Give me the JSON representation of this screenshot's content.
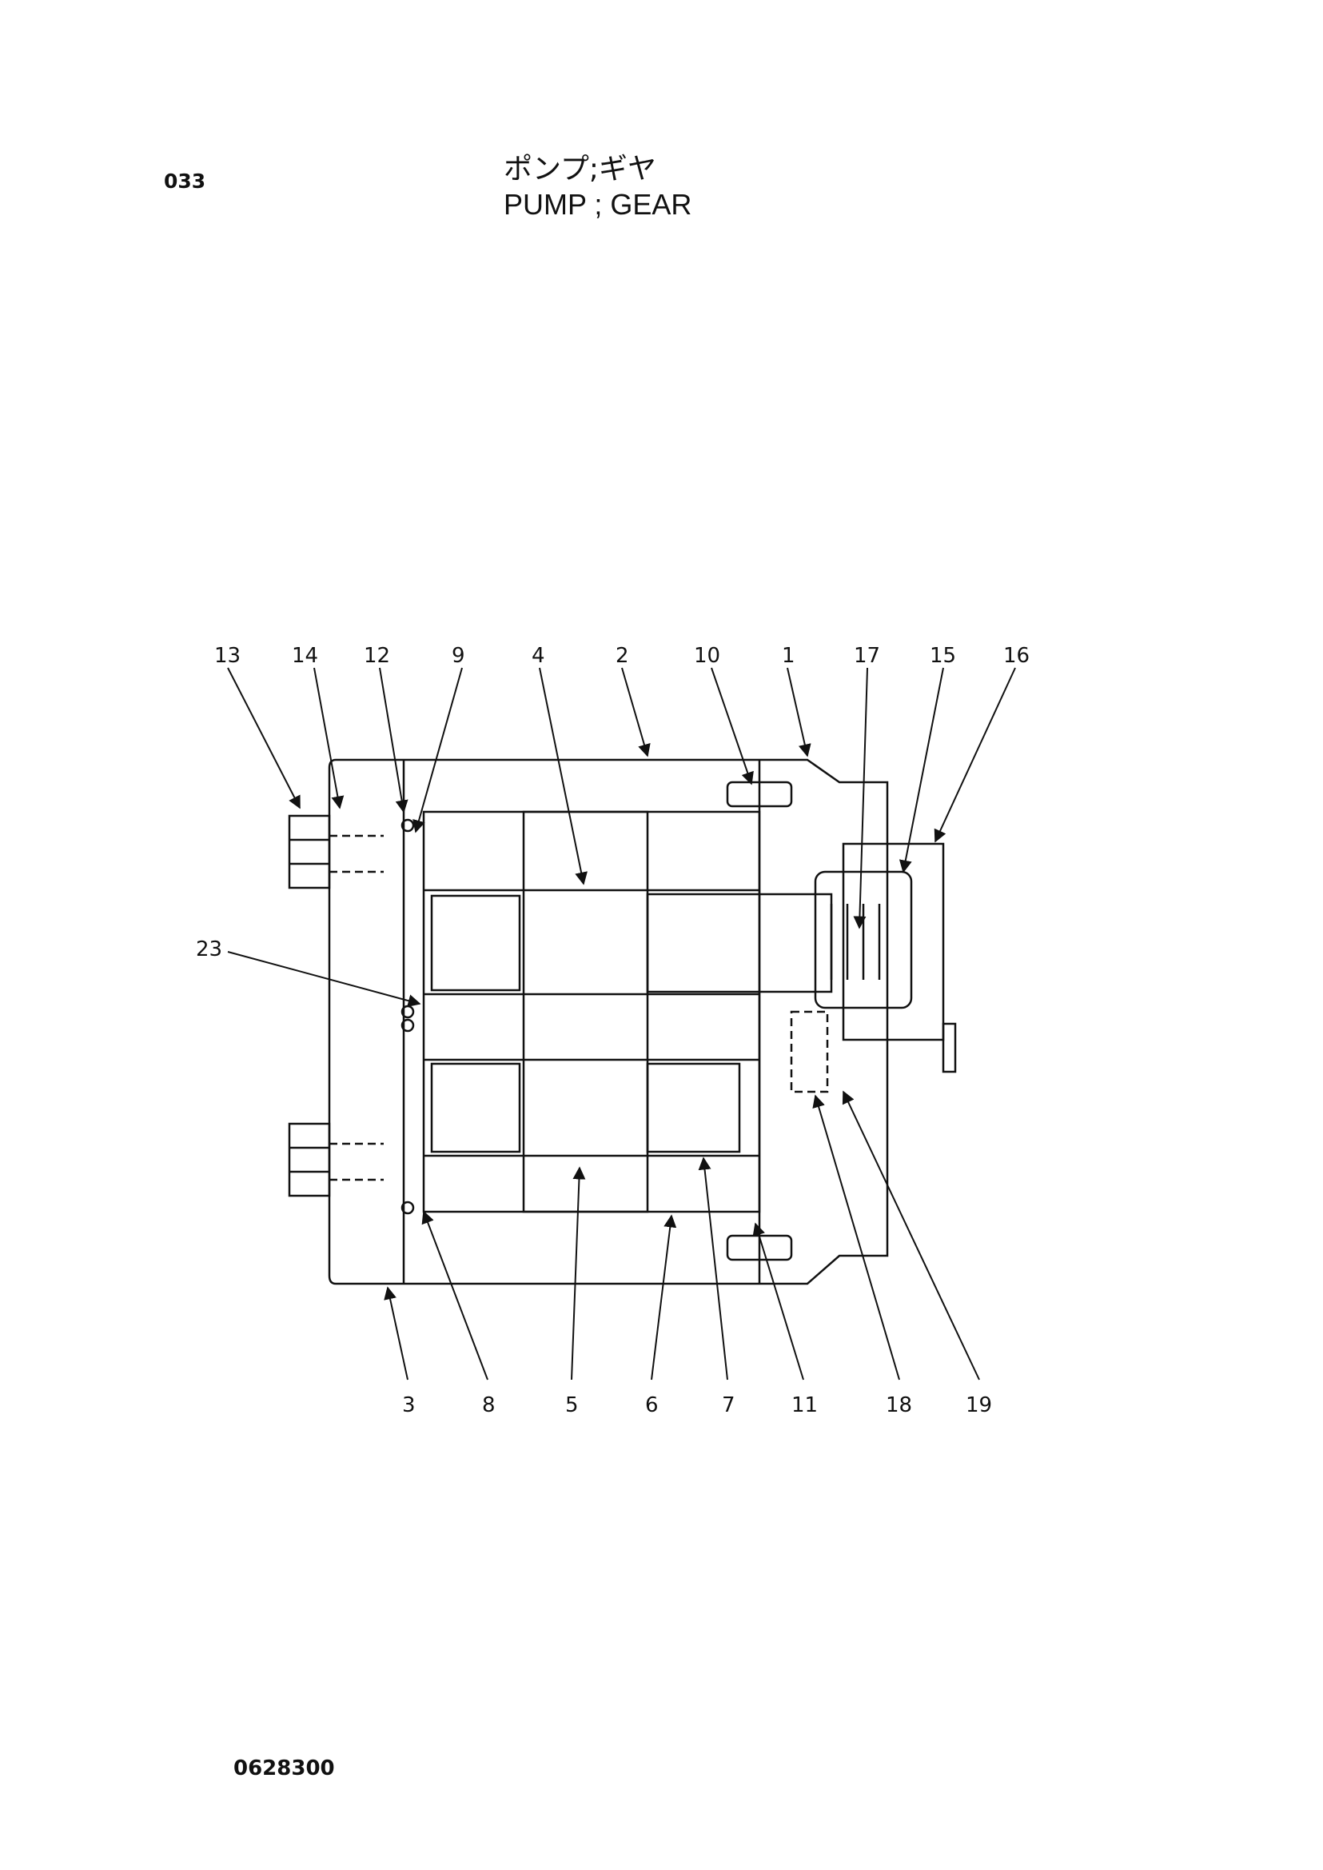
{
  "header": {
    "page_number": "033",
    "title_jp": "ポンプ;ギヤ",
    "title_en": "PUMP ; GEAR"
  },
  "footer": {
    "drawing_number": "0628300"
  },
  "callouts": {
    "c13": "13",
    "c14": "14",
    "c12": "12",
    "c9": "9",
    "c4": "4",
    "c2": "2",
    "c10": "10",
    "c1": "1",
    "c17": "17",
    "c15": "15",
    "c16": "16",
    "c23": "23",
    "c3": "3",
    "c8": "8",
    "c5": "5",
    "c6": "6",
    "c7": "7",
    "c11": "11",
    "c18": "18",
    "c19": "19"
  }
}
